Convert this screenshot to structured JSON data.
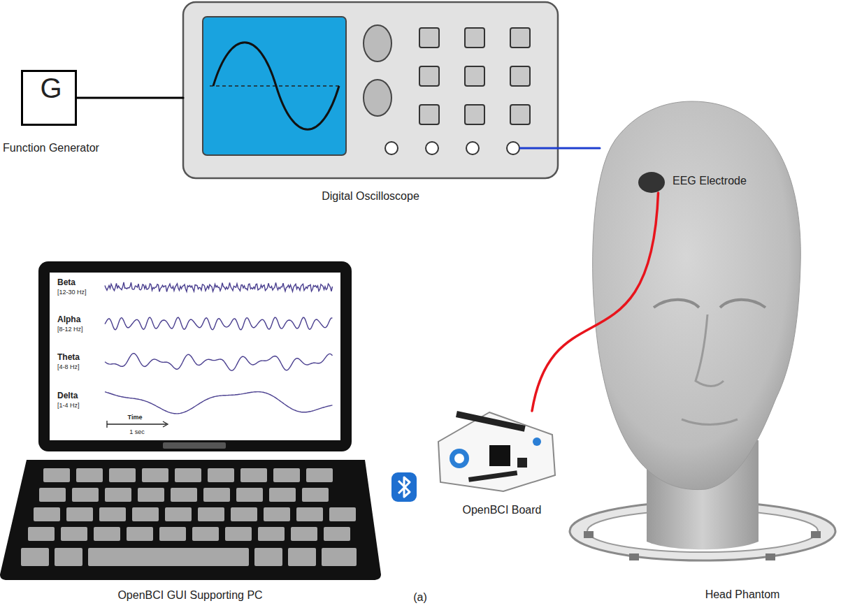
{
  "diagram": {
    "caption": "(a)",
    "nodes": [
      {
        "text": [
          "G",
          "Function Generator"
        ]
      },
      {
        "text": [
          "Digital Oscilloscope"
        ]
      },
      {
        "text": [
          "Head Phantom"
        ]
      },
      {
        "text": [
          "EEG Electrode"
        ],
        "in": 2
      },
      {
        "text": [
          "OpenBCI Board"
        ]
      },
      {
        "text": [
          "OpenBCI GUI Supporting PC"
        ]
      }
    ],
    "edges": [
      {
        "from": 0,
        "to": 1,
        "arrow": "none"
      },
      {
        "from": 1,
        "to": 2,
        "arrow": "none"
      },
      {
        "from": 3,
        "to": 4,
        "arrow": "none"
      }
    ],
    "labels": [
      "Beta",
      "[12-30 Hz]",
      "Alpha",
      "[8-12 Hz]",
      "Theta",
      "[4-8 Hz]",
      "Delta",
      "[1-4 Hz]",
      "Time",
      "1 sec"
    ]
  }
}
